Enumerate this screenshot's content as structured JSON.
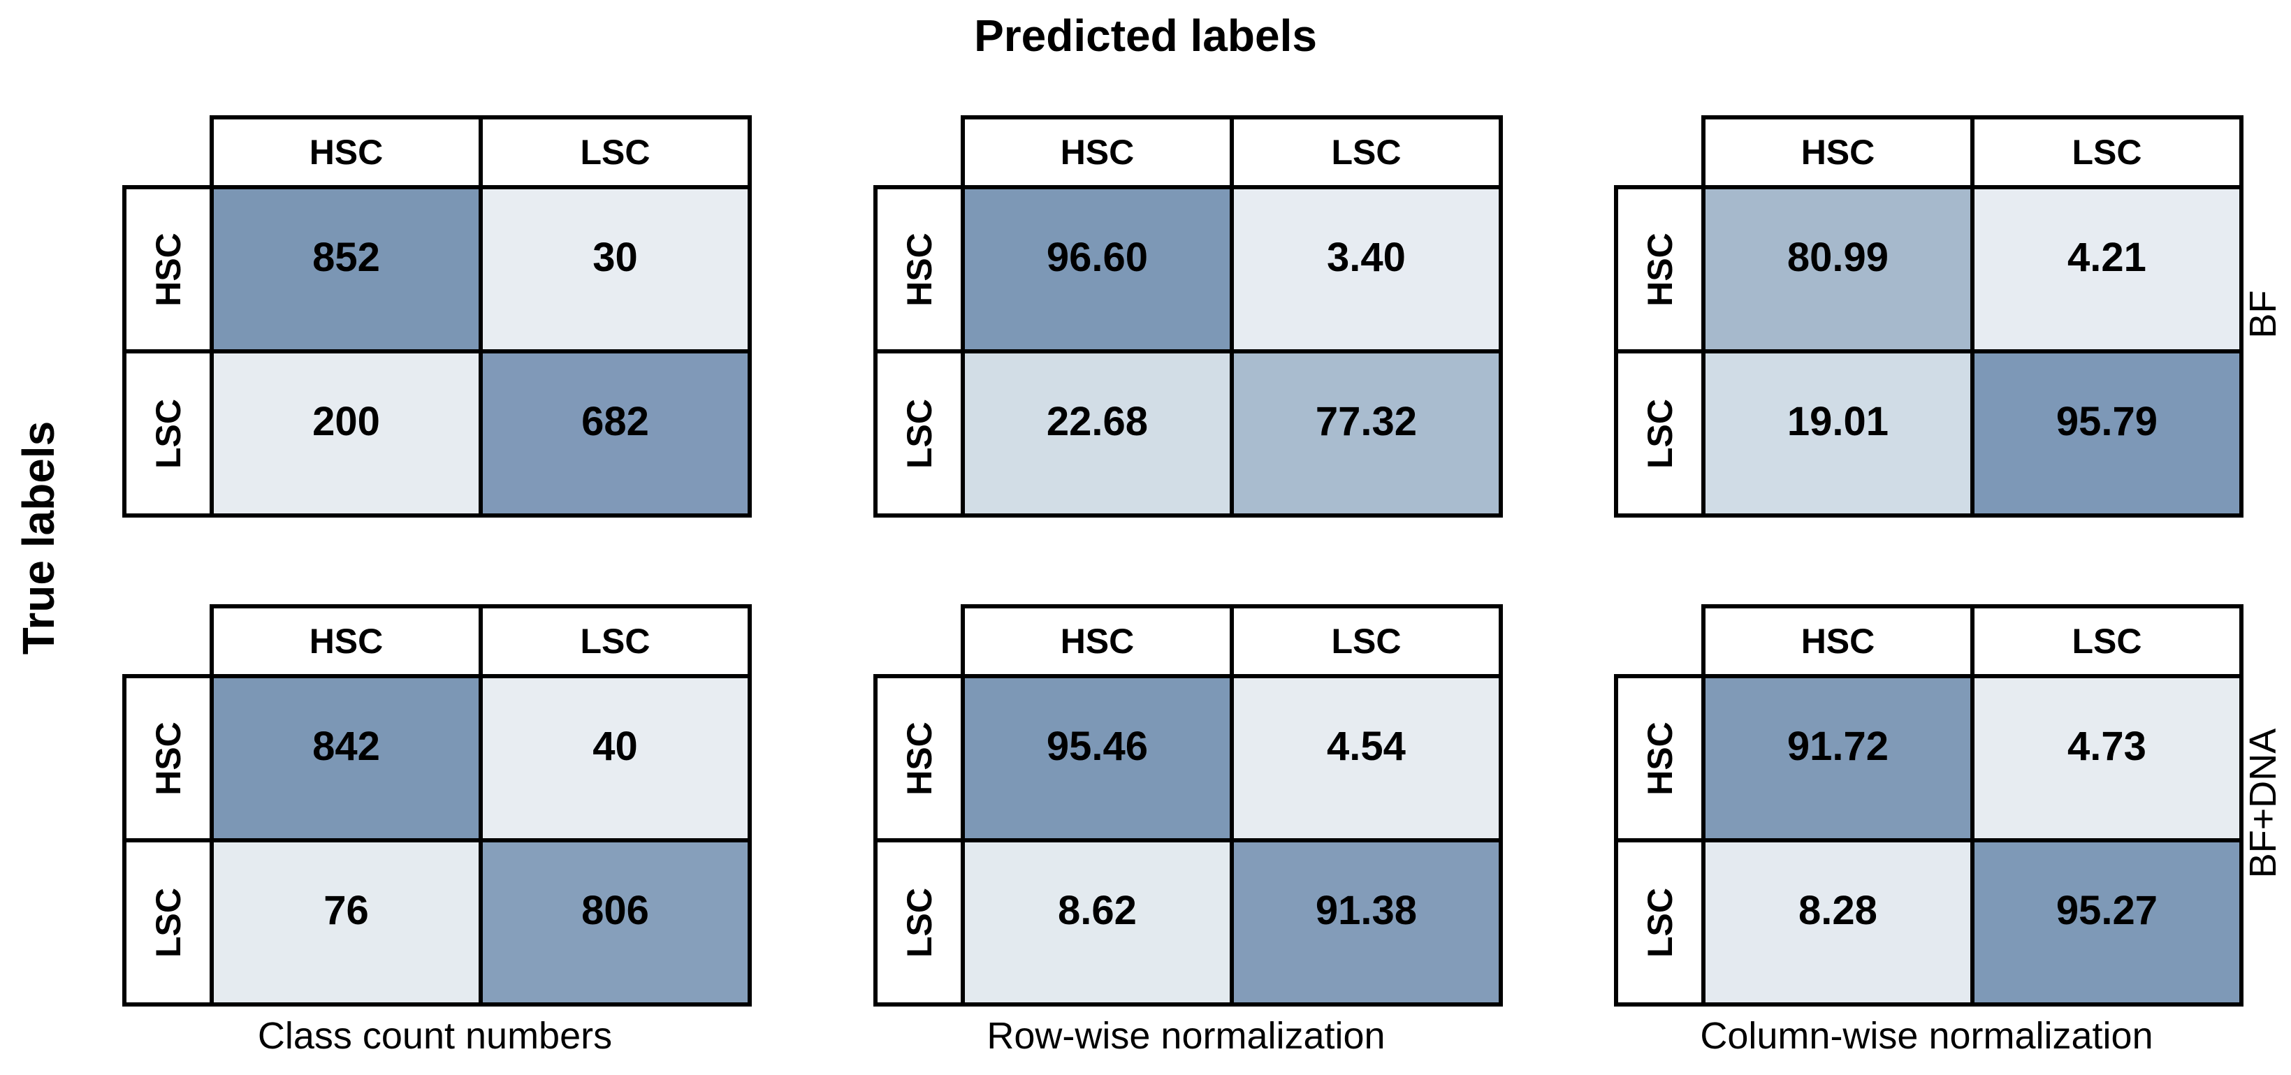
{
  "title": "Predicted labels",
  "y_axis_label": "True labels",
  "row_group_labels": [
    "BF",
    "BF+DNA"
  ],
  "column_captions": [
    "Class count numbers",
    "Row-wise normalization",
    "Column-wise normalization"
  ],
  "class_labels": [
    "HSC",
    "LSC"
  ],
  "colors": {
    "background": "#ffffff",
    "border": "#000000",
    "text": "#000000",
    "cell_dark": "#7b96b4",
    "cell_light": "#e8edf2"
  },
  "matrices": [
    {
      "group": "BF",
      "caption": "Class count numbers",
      "col_headers": [
        "HSC",
        "LSC"
      ],
      "row_headers": [
        "HSC",
        "LSC"
      ],
      "cells": [
        [
          {
            "value": "852",
            "bg": "#7b96b4"
          },
          {
            "value": "30",
            "bg": "#e8edf2"
          }
        ],
        [
          {
            "value": "200",
            "bg": "#e7ecf1"
          },
          {
            "value": "682",
            "bg": "#8099b8"
          }
        ]
      ]
    },
    {
      "group": "BF",
      "caption": "Row-wise normalization",
      "col_headers": [
        "HSC",
        "LSC"
      ],
      "row_headers": [
        "HSC",
        "LSC"
      ],
      "cells": [
        [
          {
            "value": "96.60",
            "bg": "#7d98b6"
          },
          {
            "value": "3.40",
            "bg": "#e7ecf2"
          }
        ],
        [
          {
            "value": "22.68",
            "bg": "#d2dde6"
          },
          {
            "value": "77.32",
            "bg": "#a9bccf"
          }
        ]
      ]
    },
    {
      "group": "BF",
      "caption": "Column-wise normalization",
      "col_headers": [
        "HSC",
        "LSC"
      ],
      "row_headers": [
        "HSC",
        "LSC"
      ],
      "cells": [
        [
          {
            "value": "80.99",
            "bg": "#a6b9cc"
          },
          {
            "value": "4.21",
            "bg": "#e7ecf2"
          }
        ],
        [
          {
            "value": "19.01",
            "bg": "#d0dce6"
          },
          {
            "value": "95.79",
            "bg": "#7d98b7"
          }
        ]
      ]
    },
    {
      "group": "BF+DNA",
      "caption": "Class count numbers",
      "col_headers": [
        "HSC",
        "LSC"
      ],
      "row_headers": [
        "HSC",
        "LSC"
      ],
      "cells": [
        [
          {
            "value": "842",
            "bg": "#7c97b5"
          },
          {
            "value": "40",
            "bg": "#e8edf2"
          }
        ],
        [
          {
            "value": "76",
            "bg": "#e5ebf0"
          },
          {
            "value": "806",
            "bg": "#869fbb"
          }
        ]
      ]
    },
    {
      "group": "BF+DNA",
      "caption": "Row-wise normalization",
      "col_headers": [
        "HSC",
        "LSC"
      ],
      "row_headers": [
        "HSC",
        "LSC"
      ],
      "cells": [
        [
          {
            "value": "95.46",
            "bg": "#7d98b6"
          },
          {
            "value": "4.54",
            "bg": "#e7ecf1"
          }
        ],
        [
          {
            "value": "8.62",
            "bg": "#e3eaef"
          },
          {
            "value": "91.38",
            "bg": "#839cb9"
          }
        ]
      ]
    },
    {
      "group": "BF+DNA",
      "caption": "Column-wise normalization",
      "col_headers": [
        "HSC",
        "LSC"
      ],
      "row_headers": [
        "HSC",
        "LSC"
      ],
      "cells": [
        [
          {
            "value": "91.72",
            "bg": "#809ab7"
          },
          {
            "value": "4.73",
            "bg": "#e7ecf1"
          }
        ],
        [
          {
            "value": "8.28",
            "bg": "#e4eaf0"
          },
          {
            "value": "95.27",
            "bg": "#7e99b7"
          }
        ]
      ]
    }
  ],
  "chart_data": [
    {
      "type": "heatmap",
      "title": "Class count numbers",
      "panel": "BF",
      "xlabel": "Predicted labels",
      "ylabel": "True labels",
      "x_categories": [
        "HSC",
        "LSC"
      ],
      "y_categories": [
        "HSC",
        "LSC"
      ],
      "values": [
        [
          852,
          30
        ],
        [
          200,
          682
        ]
      ]
    },
    {
      "type": "heatmap",
      "title": "Row-wise normalization",
      "panel": "BF",
      "xlabel": "Predicted labels",
      "ylabel": "True labels",
      "x_categories": [
        "HSC",
        "LSC"
      ],
      "y_categories": [
        "HSC",
        "LSC"
      ],
      "values": [
        [
          96.6,
          3.4
        ],
        [
          22.68,
          77.32
        ]
      ]
    },
    {
      "type": "heatmap",
      "title": "Column-wise normalization",
      "panel": "BF",
      "xlabel": "Predicted labels",
      "ylabel": "True labels",
      "x_categories": [
        "HSC",
        "LSC"
      ],
      "y_categories": [
        "HSC",
        "LSC"
      ],
      "values": [
        [
          80.99,
          4.21
        ],
        [
          19.01,
          95.79
        ]
      ]
    },
    {
      "type": "heatmap",
      "title": "Class count numbers",
      "panel": "BF+DNA",
      "xlabel": "Predicted labels",
      "ylabel": "True labels",
      "x_categories": [
        "HSC",
        "LSC"
      ],
      "y_categories": [
        "HSC",
        "LSC"
      ],
      "values": [
        [
          842,
          40
        ],
        [
          76,
          806
        ]
      ]
    },
    {
      "type": "heatmap",
      "title": "Row-wise normalization",
      "panel": "BF+DNA",
      "xlabel": "Predicted labels",
      "ylabel": "True labels",
      "x_categories": [
        "HSC",
        "LSC"
      ],
      "y_categories": [
        "HSC",
        "LSC"
      ],
      "values": [
        [
          95.46,
          4.54
        ],
        [
          8.62,
          91.38
        ]
      ]
    },
    {
      "type": "heatmap",
      "title": "Column-wise normalization",
      "panel": "BF+DNA",
      "xlabel": "Predicted labels",
      "ylabel": "True labels",
      "x_categories": [
        "HSC",
        "LSC"
      ],
      "y_categories": [
        "HSC",
        "LSC"
      ],
      "values": [
        [
          91.72,
          4.73
        ],
        [
          8.28,
          95.27
        ]
      ]
    }
  ]
}
